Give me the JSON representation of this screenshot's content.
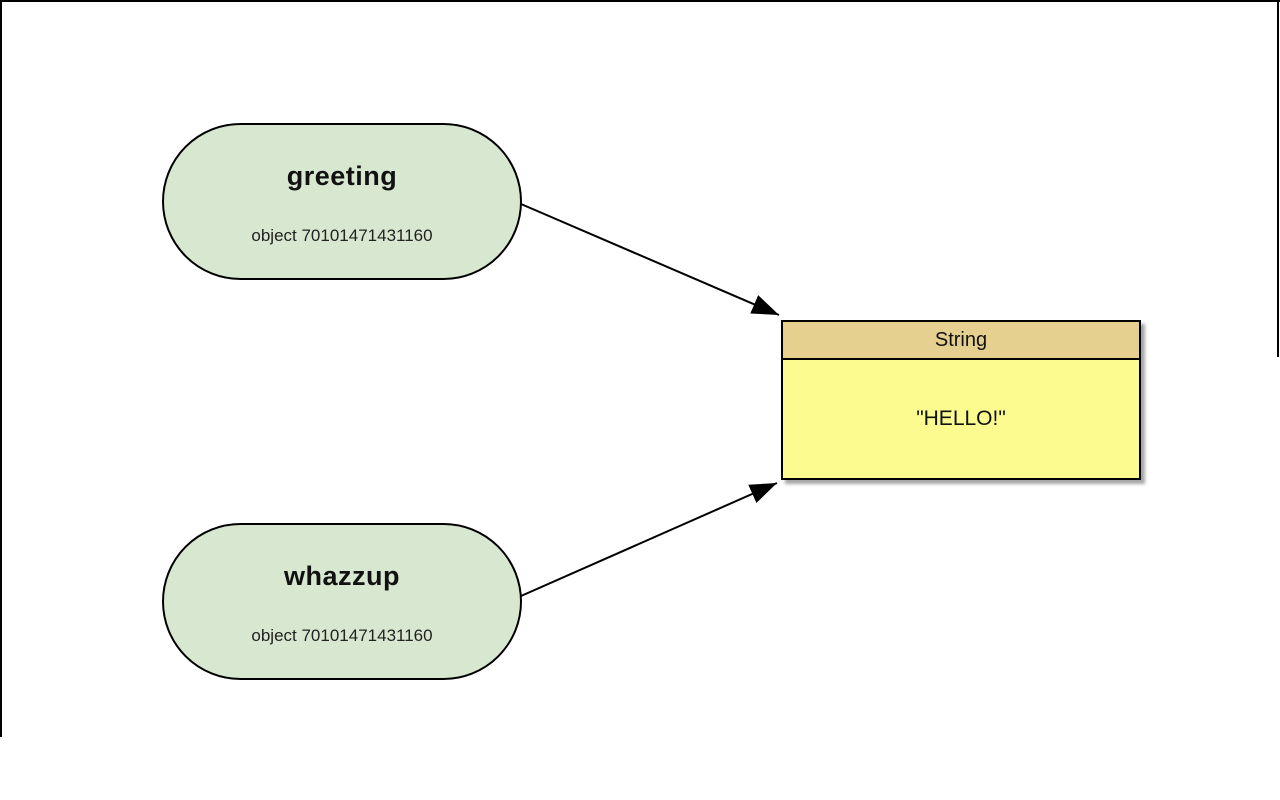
{
  "diagram": {
    "variables": [
      {
        "label": "greeting",
        "detail": "object 70101471431160"
      },
      {
        "label": "whazzup",
        "detail": "object 70101471431160"
      }
    ],
    "object": {
      "type_label": "String",
      "value": "\"HELLO!\""
    },
    "edges": [
      {
        "from": "greeting",
        "to": "String"
      },
      {
        "from": "whazzup",
        "to": "String"
      }
    ]
  },
  "colors": {
    "variable_fill": "#d8e8d0",
    "object_header_fill": "#e5d08f",
    "object_body_fill": "#fbfb8f",
    "stroke": "#000000",
    "background": "#ffffff"
  }
}
